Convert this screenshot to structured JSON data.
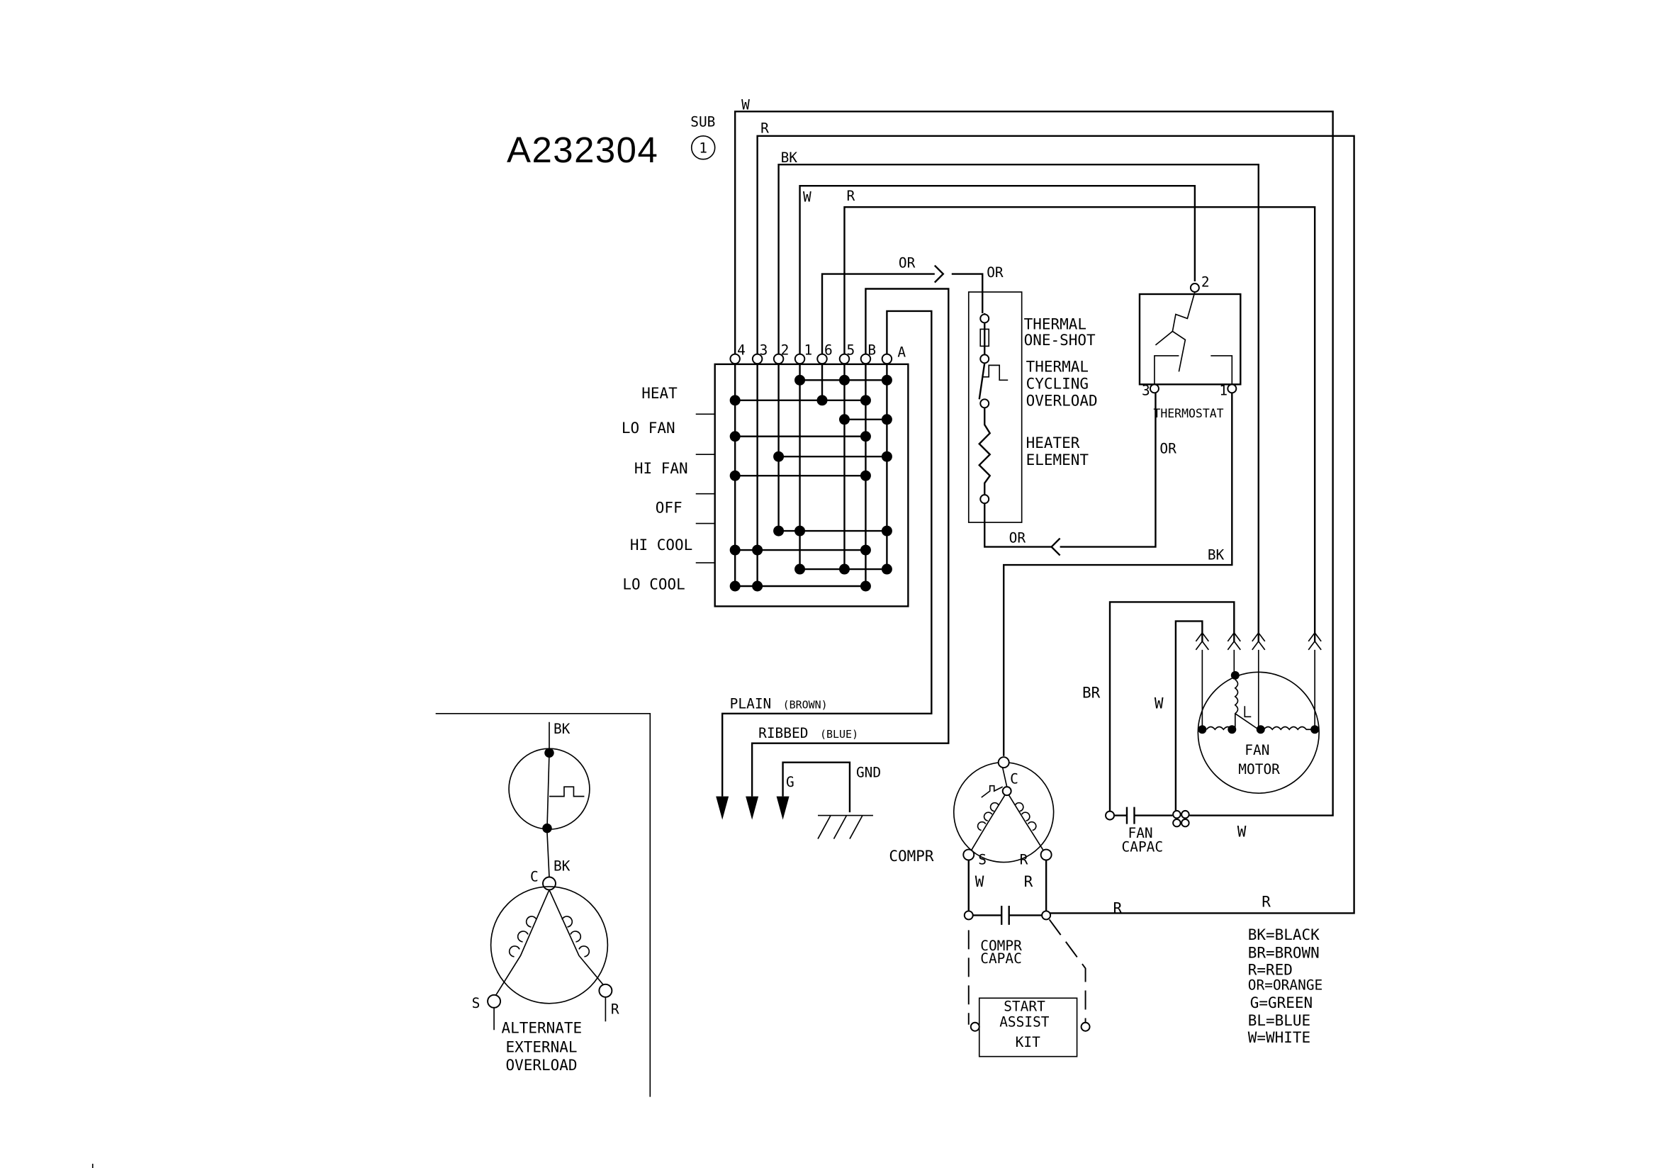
{
  "diagram": {
    "part_number": "A232304",
    "sub_label": "SUB",
    "sub_number": "1",
    "wire_labels": {
      "w_top": "W",
      "r_top": "R",
      "bk_top": "BK",
      "w_inner": "W",
      "r_inner": "R",
      "or_switch": "OR",
      "or_heater": "OR",
      "or_return": "OR",
      "or_thermo": "OR",
      "bk_comp": "BK",
      "br": "BR",
      "w_fan": "W",
      "w_capac": "W",
      "r1": "R",
      "r2": "R",
      "comp_w": "W",
      "comp_r": "R"
    },
    "switch": {
      "terminals": [
        "4",
        "3",
        "2",
        "1",
        "6",
        "5",
        "B",
        "A"
      ],
      "positions": [
        "HEAT",
        "LO FAN",
        "HI FAN",
        "OFF",
        "HI COOL",
        "LO COOL"
      ]
    },
    "heater": {
      "one_shot": [
        "THERMAL",
        "ONE-SHOT"
      ],
      "cycling": [
        "THERMAL",
        "CYCLING",
        "OVERLOAD"
      ],
      "element": [
        "HEATER",
        "ELEMENT"
      ]
    },
    "thermostat": {
      "label": "THERMOSTAT",
      "t1": "1",
      "t2": "2",
      "t3": "3"
    },
    "power": {
      "plain": "PLAIN",
      "plain_color": "(BROWN)",
      "ribbed": "RIBBED",
      "ribbed_color": "(BLUE)",
      "g": "G",
      "gnd": "GND"
    },
    "fan_motor": [
      "FAN",
      "MOTOR"
    ],
    "fan_capac": [
      "FAN",
      "CAPAC"
    ],
    "compressor": {
      "label": "COMPR",
      "c": "C",
      "s": "S",
      "r": "R"
    },
    "compr_capac": [
      "COMPR",
      "CAPAC"
    ],
    "start_assist": [
      "START",
      "ASSIST",
      "KIT"
    ],
    "alternate": {
      "bk1": "BK",
      "bk2": "BK",
      "c": "C",
      "s": "S",
      "r": "R",
      "lines": [
        "ALTERNATE",
        "EXTERNAL",
        "OVERLOAD"
      ]
    },
    "legend": [
      "BK=BLACK",
      "BR=BROWN",
      "R=RED",
      "OR=ORANGE",
      "G=GREEN",
      "BL=BLUE",
      "W=WHITE"
    ]
  }
}
